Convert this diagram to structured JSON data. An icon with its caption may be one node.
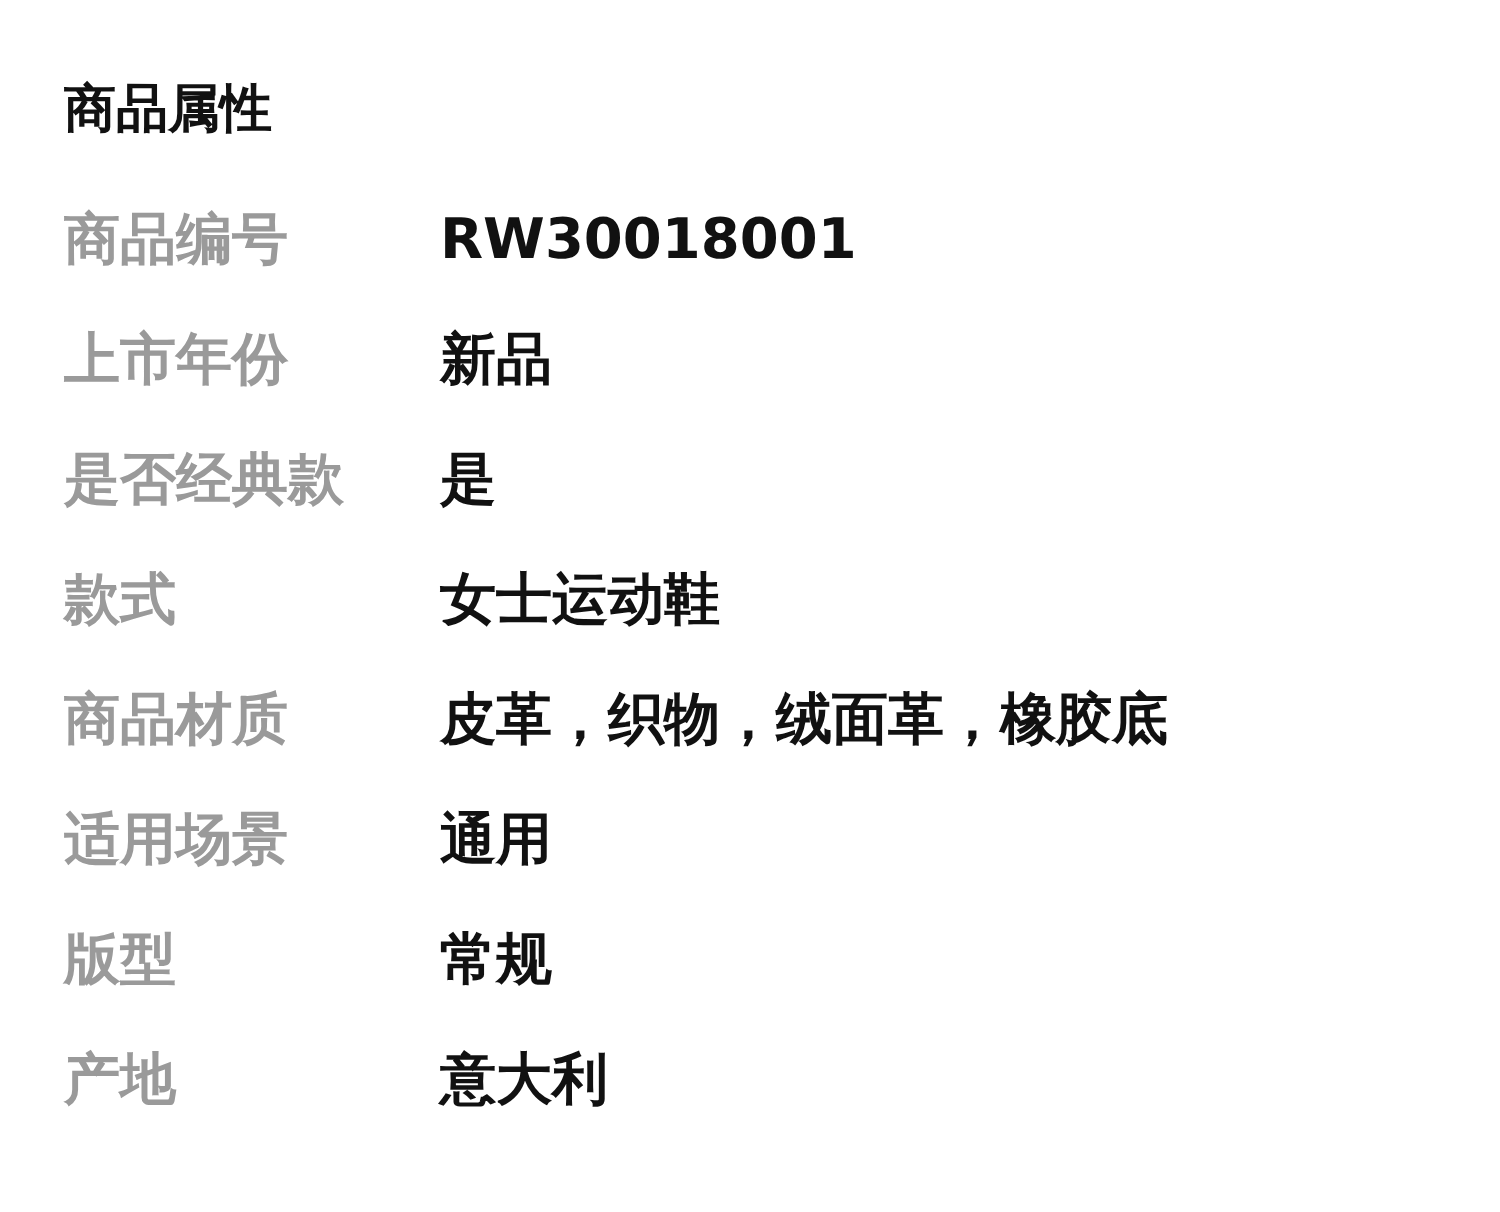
{
  "diagram": {
    "title": "商品属性",
    "labels": [
      "商品编号",
      "RW30018001",
      "上市年份",
      "新品",
      "是否经典款",
      "是",
      "款式",
      "女士运动鞋",
      "商品材质",
      "皮革，织物，绒面革，橡胶底",
      "适用场景",
      "通用",
      "版型",
      "常规",
      "产地",
      "意大利"
    ]
  }
}
